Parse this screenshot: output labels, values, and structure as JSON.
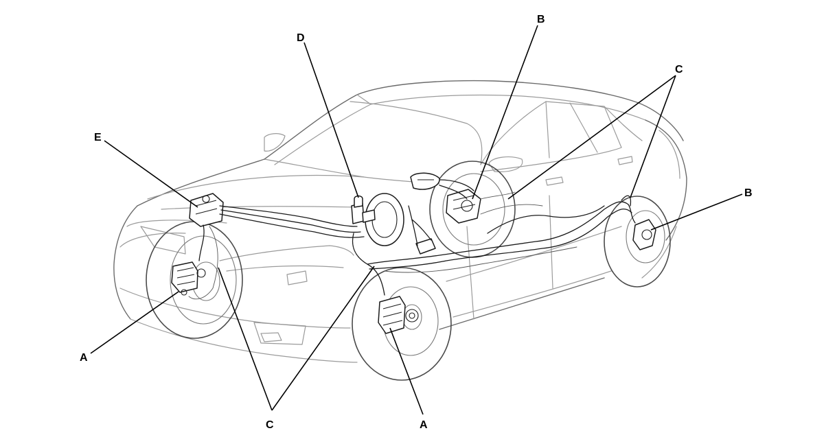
{
  "diagram": {
    "callouts": {
      "a_front_left": "A",
      "a_front_right": "A",
      "b_top": "B",
      "b_right": "B",
      "c_top": "C",
      "c_bottom": "C",
      "d": "D",
      "e": "E"
    }
  }
}
